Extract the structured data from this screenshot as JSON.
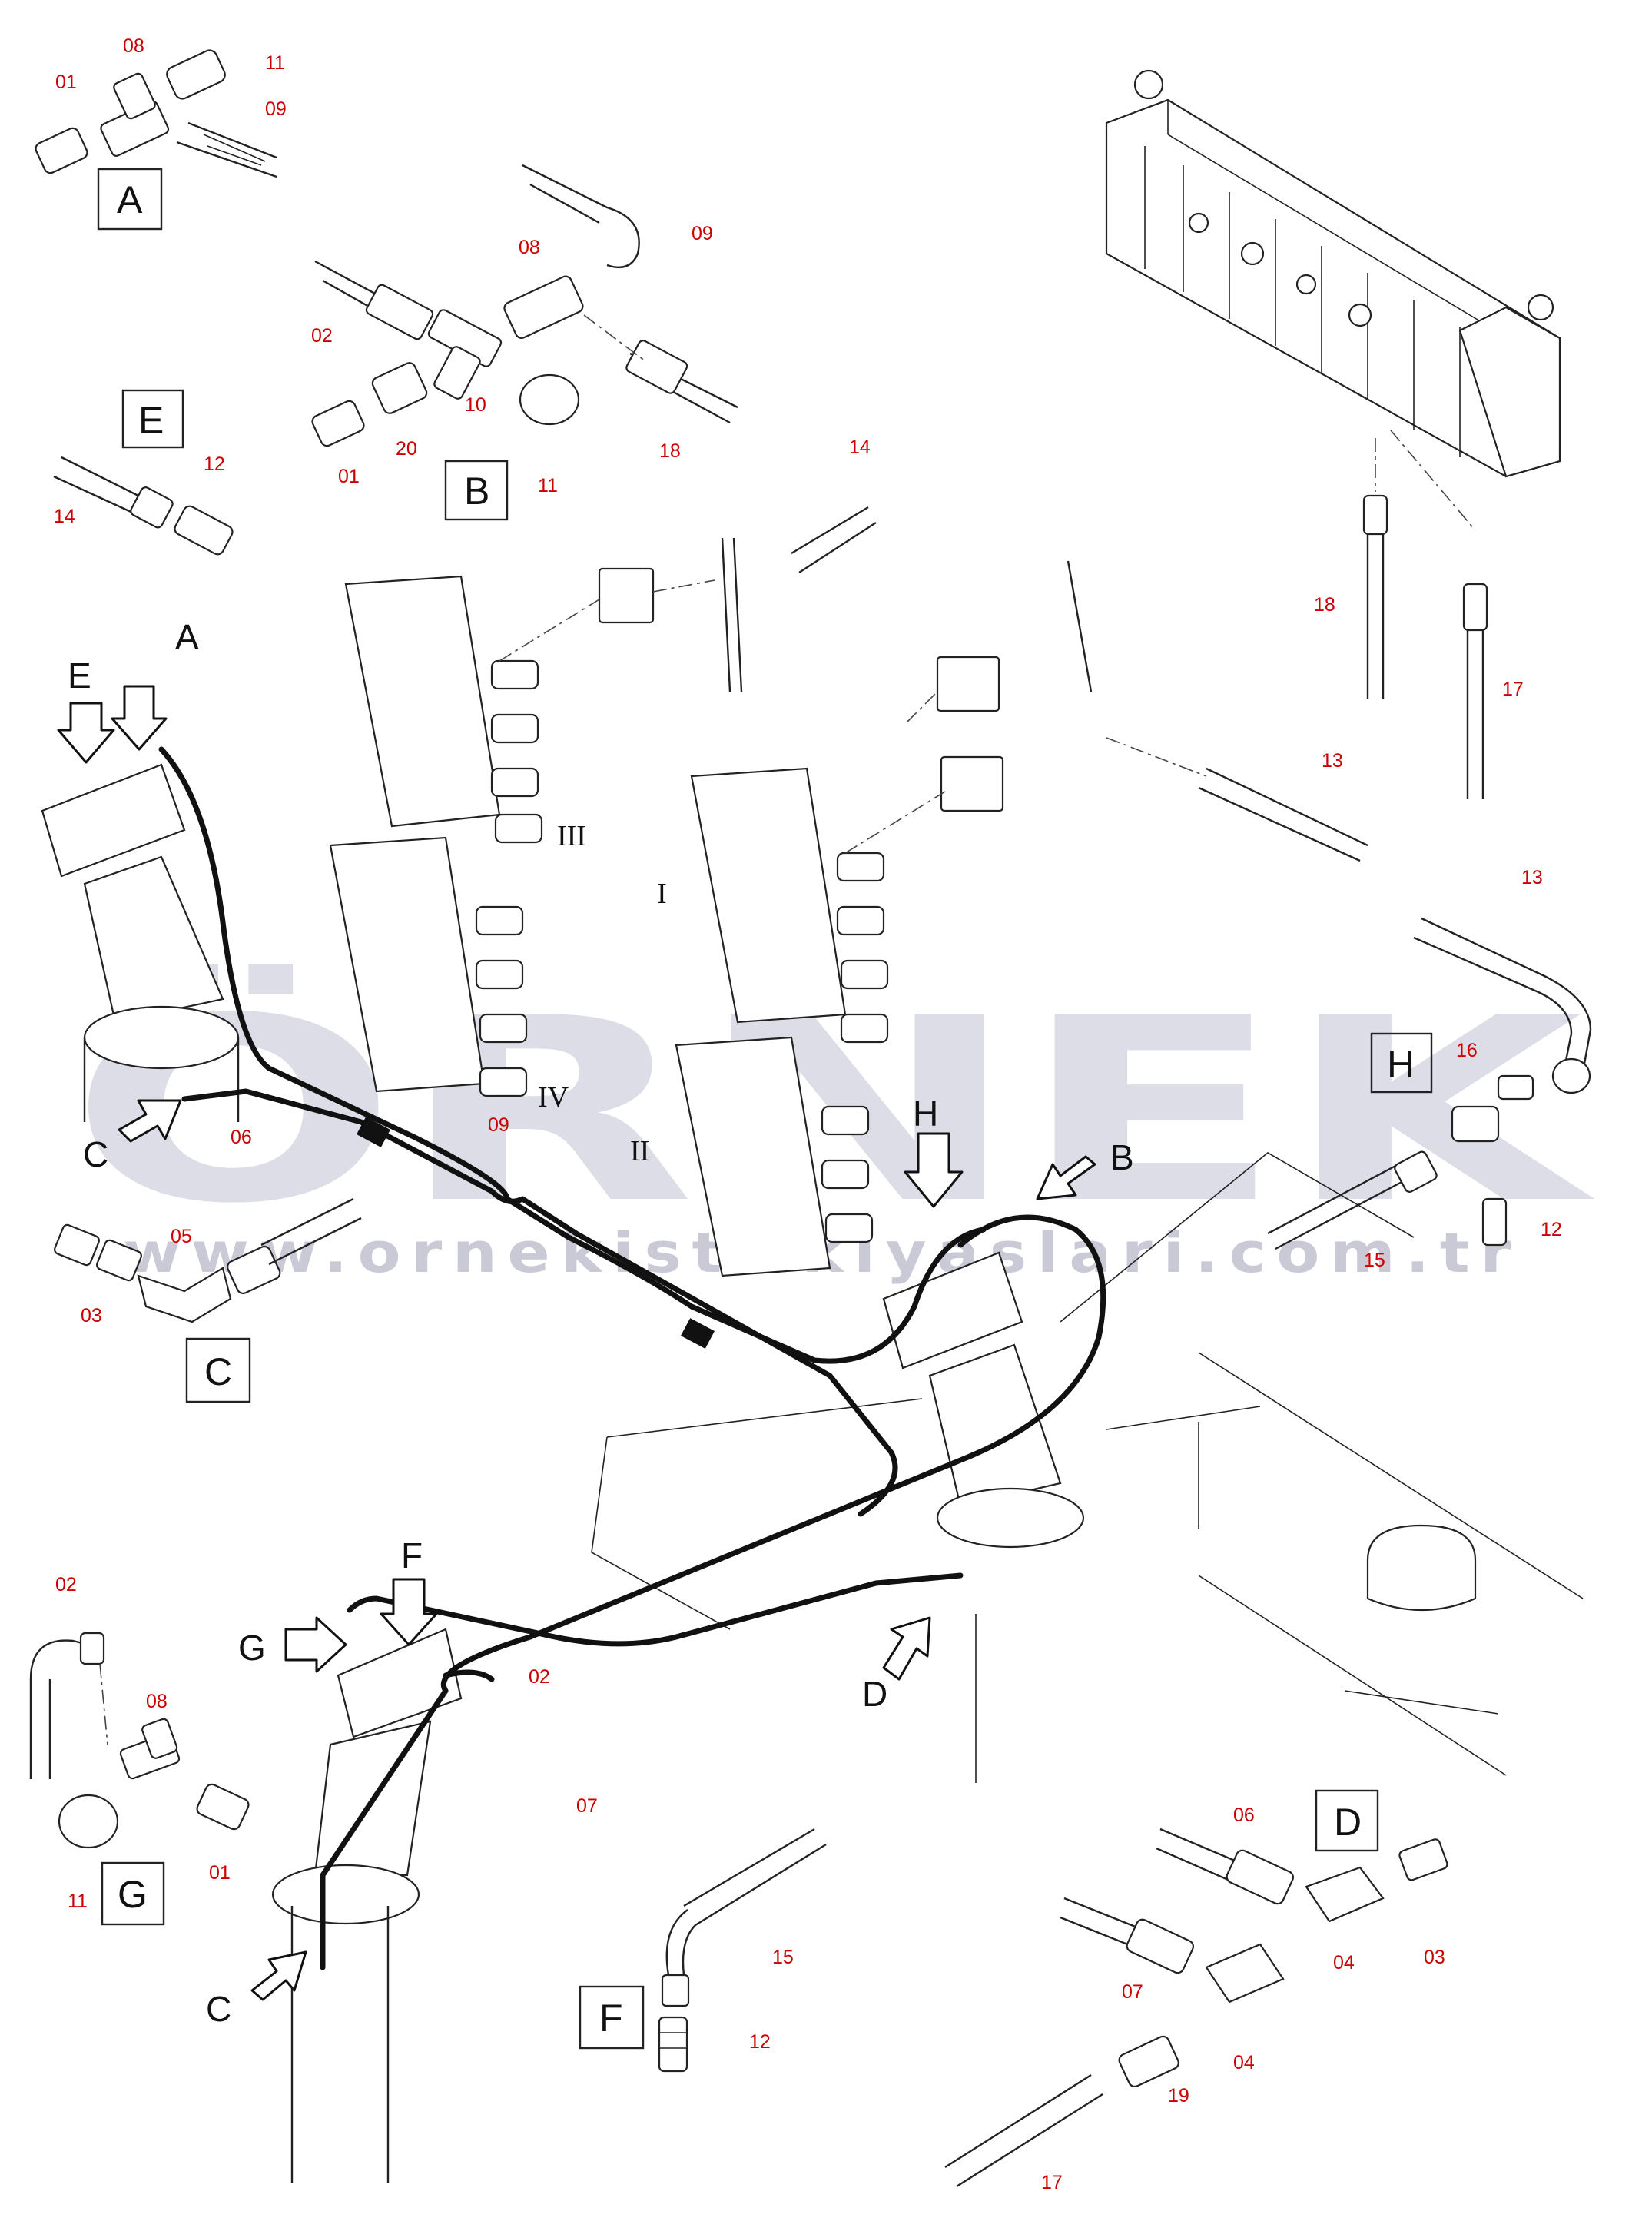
{
  "watermark": {
    "brand": "ÖRNEK",
    "url": "www.ornekistifkiyaslari.com.tr"
  },
  "detail_labels": {
    "A": "A",
    "B": "B",
    "C": "C",
    "D": "D",
    "E": "E",
    "F": "F",
    "G": "G",
    "H": "H"
  },
  "roman_labels": {
    "r1": "I",
    "r2": "II",
    "r3": "III",
    "r4": "IV"
  },
  "callouts": {
    "a01": "01",
    "a08": "08",
    "a11": "11",
    "a09": "09",
    "b09": "09",
    "b08": "08",
    "b02": "02",
    "b10": "10",
    "b20": "20",
    "b01": "01",
    "b11": "11",
    "b18": "18",
    "e12": "12",
    "e14": "14",
    "m14": "14",
    "m13": "13",
    "m18": "18",
    "m17": "17",
    "h13": "13",
    "h16": "16",
    "h15": "15",
    "h12": "12",
    "c05": "05",
    "c03": "03",
    "m06": "06",
    "m09": "09",
    "g02": "02",
    "g08": "08",
    "g11": "11",
    "g01": "01",
    "f02": "02",
    "f07": "07",
    "f15": "15",
    "f12": "12",
    "d06": "06",
    "d07": "07",
    "d04a": "04",
    "d04b": "04",
    "d03": "03",
    "d19": "19",
    "d17": "17"
  }
}
